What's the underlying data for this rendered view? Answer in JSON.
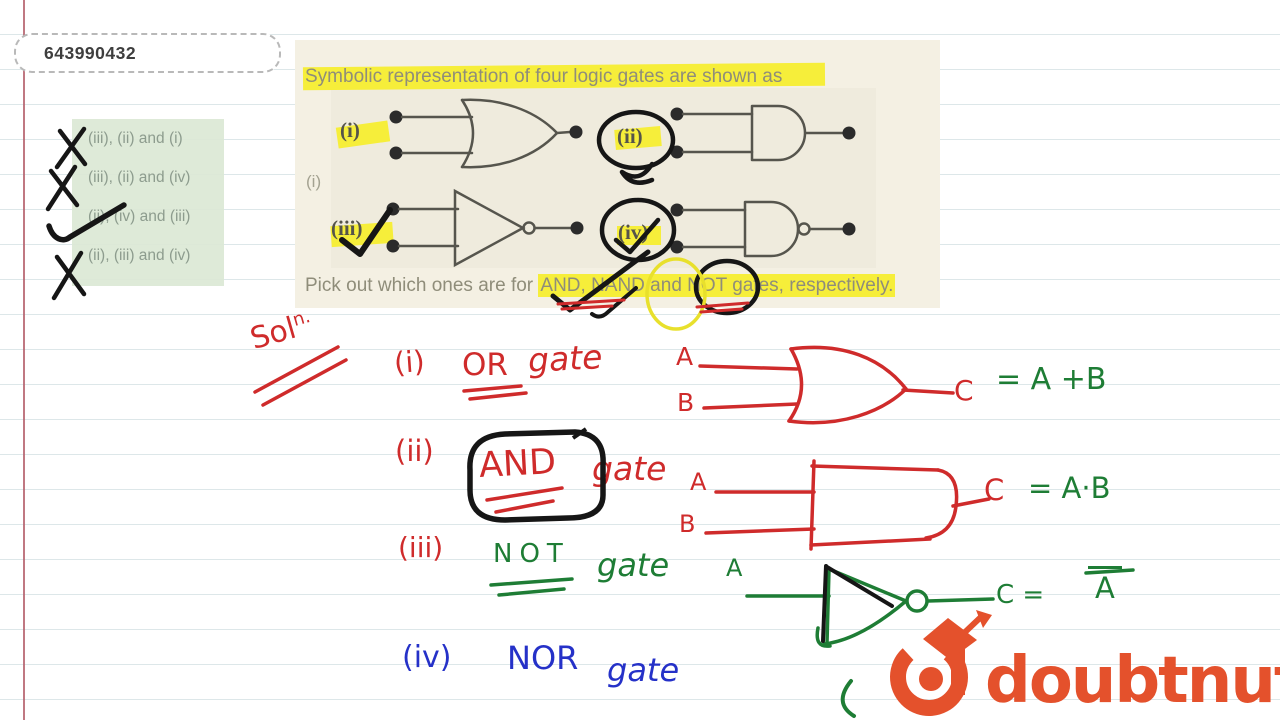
{
  "badge": {
    "question_id": "643990432"
  },
  "options": {
    "items": [
      {
        "label": "(iii), (ii) and (i)",
        "mark": "cross"
      },
      {
        "label": "(iii), (ii) and (iv)",
        "mark": "cross"
      },
      {
        "label": "(ii), (iv) and (iii)",
        "mark": "check"
      },
      {
        "label": "(ii), (iii) and (iv)",
        "mark": "cross"
      }
    ]
  },
  "question": {
    "title": "Symbolic representation of four logic gates are shown as",
    "item_marker": "(i)",
    "gate_labels": {
      "g1": "(i)",
      "g2": "(ii)",
      "g3": "(iii)",
      "g4": "(iv)"
    },
    "gate_types": {
      "g1": "or-gate",
      "g2": "and-gate",
      "g3": "not-gate-two-input",
      "g4": "nand-gate"
    },
    "footer_plain": "Pick out which ones are for ",
    "footer_highlight": "AND, NAND and NOT gates, respectively."
  },
  "solution": {
    "heading": "Sol",
    "heading_sup": "n.",
    "step1": {
      "index": "(i)",
      "gate_name": "OR",
      "gate_word": "gate",
      "input_a": "A",
      "input_b": "B",
      "output": "C",
      "equation": "= A +B"
    },
    "step2": {
      "index": "(ii)",
      "gate_name": "AND",
      "gate_word": "gate",
      "input_a": "A",
      "input_b": "B",
      "output": "C",
      "equation": "= A·B"
    },
    "step3": {
      "index": "(iii)",
      "gate_name": "NOT",
      "gate_word": "gate",
      "input_a": "A",
      "output": "C =",
      "equation": "A"
    },
    "step4": {
      "index": "(iv)",
      "gate_name": "NOR",
      "gate_word": "gate"
    }
  },
  "brand": {
    "name": "doubtnut"
  },
  "colors": {
    "brand_orange": "#e4512c",
    "highlight_yellow": "#f6ee3a",
    "ink_red": "#cf2b2b",
    "ink_green": "#1e7d35",
    "ink_blue": "#2531c8",
    "ink_black": "#161616",
    "paper_cream": "#f4f0e3",
    "options_green": "#dbe8d5"
  }
}
